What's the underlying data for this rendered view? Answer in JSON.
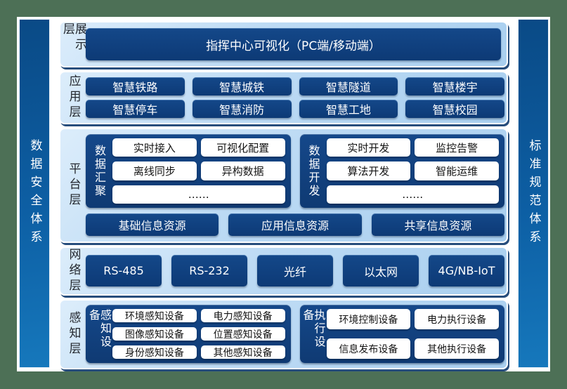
{
  "colors": {
    "background_green": "#4D7056",
    "card_white": "#FFFFFF",
    "sidebar_blue": "#0D5FA4",
    "panel_light_blue": "#B3D5F1",
    "box_navy": "#10407E",
    "white_button": "#FFFFFF",
    "label_dark": "#24282E"
  },
  "side_bars": {
    "left": "数据安全体系",
    "right": "标准规范体系"
  },
  "layers": {
    "display": {
      "label": "展示层",
      "button": "指挥中心可视化（PC端/移动端）"
    },
    "application": {
      "label": "应用层",
      "buttons": [
        "智慧铁路",
        "智慧城铁",
        "智慧隧道",
        "智慧楼宇",
        "智慧停车",
        "智慧消防",
        "智慧工地",
        "智慧校园"
      ]
    },
    "platform": {
      "label": "平台层",
      "groups": [
        {
          "label": "数据汇聚",
          "buttons": [
            "实时接入",
            "可视化配置",
            "离线同步",
            "异构数据",
            "……"
          ]
        },
        {
          "label": "数据开发",
          "buttons": [
            "实时开发",
            "监控告警",
            "算法开发",
            "智能运维",
            "……"
          ]
        }
      ],
      "resources": [
        "基础信息资源",
        "应用信息资源",
        "共享信息资源"
      ]
    },
    "network": {
      "label": "网络层",
      "buttons": [
        "RS-485",
        "RS-232",
        "光纤",
        "以太网",
        "4G/NB-IoT"
      ]
    },
    "perception": {
      "label": "感知层",
      "groups": [
        {
          "label": "感知设备",
          "buttons": [
            "环境感知设备",
            "电力感知设备",
            "图像感知设备",
            "位置感知设备",
            "身份感知设备",
            "其他感知设备"
          ]
        },
        {
          "label": "执行设备",
          "buttons": [
            "环境控制设备",
            "电力执行设备",
            "信息发布设备",
            "其他执行设备"
          ]
        }
      ]
    }
  }
}
